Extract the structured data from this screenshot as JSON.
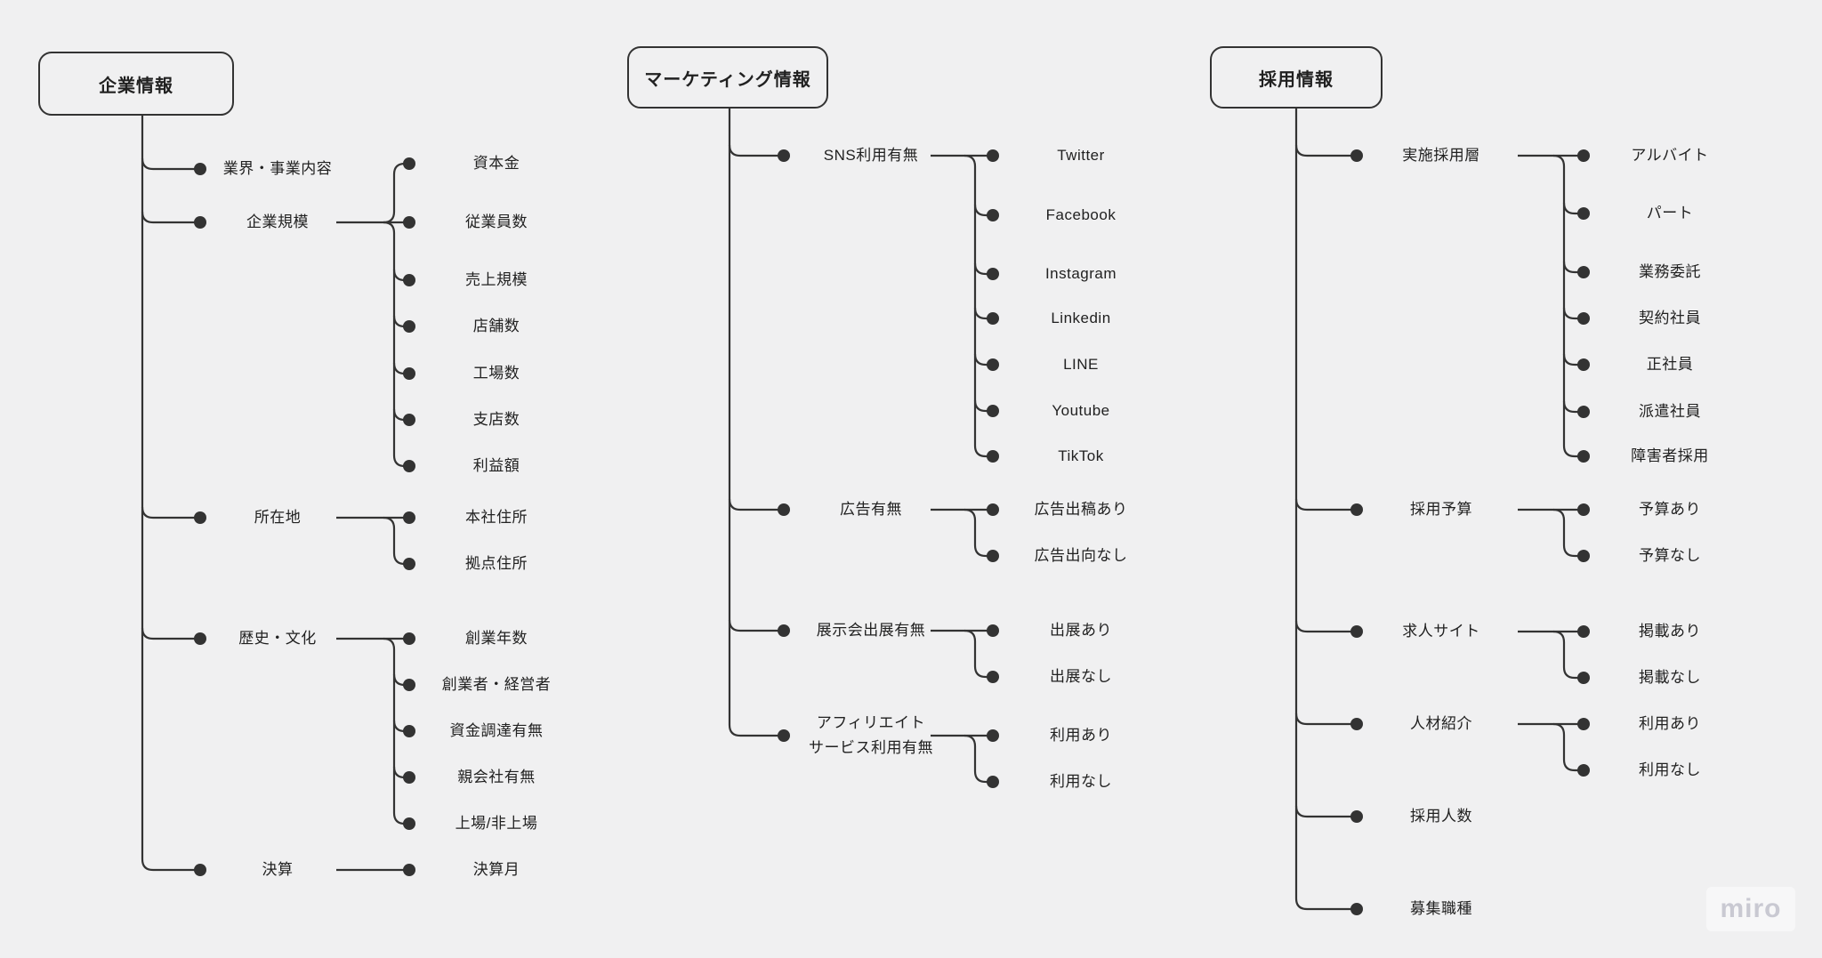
{
  "colors": {
    "background": "#f0f0f1",
    "line": "#333333",
    "text": "#212121",
    "watermark_text": "#c9c9d2",
    "watermark_badge": "#f7f7f8"
  },
  "watermark": {
    "label": "miro"
  },
  "trees": [
    {
      "title": "企業情報",
      "branches": [
        {
          "label": "業界・事業内容",
          "children": []
        },
        {
          "label": "企業規模",
          "children": [
            "資本金",
            "従業員数",
            "売上規模",
            "店舗数",
            "工場数",
            "支店数",
            "利益額"
          ]
        },
        {
          "label": "所在地",
          "children": [
            "本社住所",
            "拠点住所"
          ]
        },
        {
          "label": "歴史・文化",
          "children": [
            "創業年数",
            "創業者・経営者",
            "資金調達有無",
            "親会社有無",
            "上場/非上場"
          ]
        },
        {
          "label": "決算",
          "children": [
            "決算月"
          ]
        }
      ]
    },
    {
      "title": "マーケティング情報",
      "branches": [
        {
          "label": "SNS利用有無",
          "children": [
            "Twitter",
            "Facebook",
            "Instagram",
            "Linkedin",
            "LINE",
            "Youtube",
            "TikTok"
          ]
        },
        {
          "label": "広告有無",
          "children": [
            "広告出稿あり",
            "広告出向なし"
          ]
        },
        {
          "label": "展示会出展有無",
          "children": [
            "出展あり",
            "出展なし"
          ]
        },
        {
          "label": "アフィリエイト\nサービス利用有無",
          "children": [
            "利用あり",
            "利用なし"
          ]
        }
      ]
    },
    {
      "title": "採用情報",
      "branches": [
        {
          "label": "実施採用層",
          "children": [
            "アルバイト",
            "パート",
            "業務委託",
            "契約社員",
            "正社員",
            "派遣社員",
            "障害者採用"
          ]
        },
        {
          "label": "採用予算",
          "children": [
            "予算あり",
            "予算なし"
          ]
        },
        {
          "label": "求人サイト",
          "children": [
            "掲載あり",
            "掲載なし"
          ]
        },
        {
          "label": "人材紹介",
          "children": [
            "利用あり",
            "利用なし"
          ]
        },
        {
          "label": "採用人数",
          "children": []
        },
        {
          "label": "募集職種",
          "children": []
        }
      ]
    }
  ]
}
